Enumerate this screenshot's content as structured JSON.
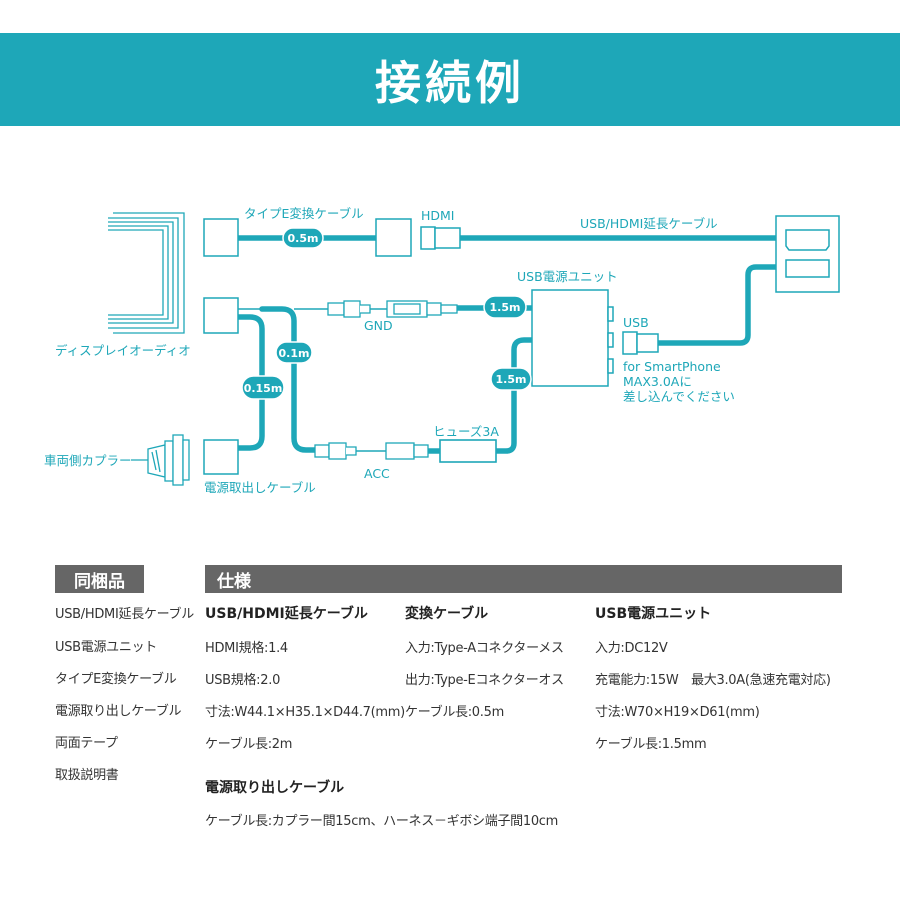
{
  "title": "接続例",
  "diagram": {
    "labels": {
      "type_e_cable": "タイプE変換ケーブル",
      "hdmi": "HDMI",
      "usb_hdmi_cable": "USB/HDMI延長ケーブル",
      "usb_power_unit": "USB電源ユニット",
      "gnd": "GND",
      "usb": "USB",
      "for_smartphone": "for SmartPhone",
      "max_current": "MAX3.0Aに",
      "plug_in": "差し込んでください",
      "display_audio": "ディスプレイオーディオ",
      "vehicle_coupler": "車両側カプラー",
      "fuse": "ヒューズ3A",
      "acc": "ACC",
      "power_cable": "電源取出しケーブル"
    },
    "lengths": {
      "len_a": "0.5m",
      "len_b": "1.5m",
      "len_c": "0.1m",
      "len_d": "0.15m",
      "len_e": "1.5m"
    }
  },
  "contents": {
    "title": "同梱品",
    "items": [
      "USB/HDMI延長ケーブル",
      "USB電源ユニット",
      "タイプE変換ケーブル",
      "電源取り出しケーブル",
      "両面テープ",
      "取扱説明書"
    ]
  },
  "spec": {
    "title": "仕様",
    "usb_hdmi": {
      "heading": "USB/HDMI延長ケーブル",
      "lines": [
        "HDMI規格:1.4",
        "USB規格:2.0",
        "寸法:W44.1×H35.1×D44.7(mm)",
        "ケーブル長:2m"
      ]
    },
    "conversion": {
      "heading": "変換ケーブル",
      "lines": [
        "入力:Type-Aコネクターメス",
        "出力:Type-Eコネクターオス",
        "ケーブル長:0.5m"
      ]
    },
    "power_unit": {
      "heading": "USB電源ユニット",
      "lines": [
        "入力:DC12V",
        "充電能力:15W　最大3.0A(急速充電対応)",
        "寸法:W70×H19×D61(mm)",
        "ケーブル長:1.5mm"
      ]
    },
    "power_cable": {
      "heading": "電源取り出しケーブル",
      "lines": [
        "ケーブル長:カプラー間15cm、ハーネス－ギボシ端子間10cm"
      ]
    }
  }
}
